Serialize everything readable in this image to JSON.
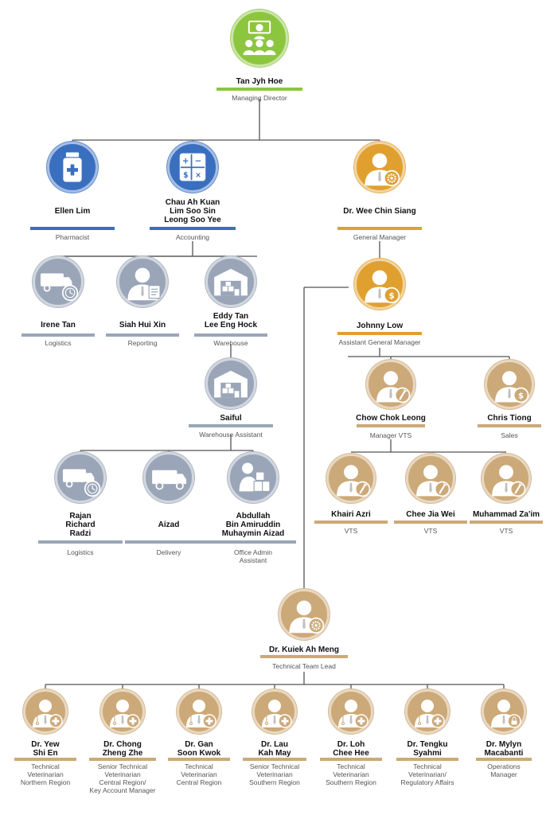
{
  "colors": {
    "green": "#8cc63f",
    "blue": "#3a6fc0",
    "gold": "#e0a030",
    "tan": "#cca978",
    "grey": "#9aa6b8",
    "connector": "#555555"
  },
  "nodes": [
    {
      "id": "md",
      "name": "Tan Jyh Hoe",
      "role": "Managing Director",
      "color": "green",
      "icon": "team-icon"
    },
    {
      "id": "pharm",
      "name": "Ellen Lim",
      "role": "Pharmacist",
      "color": "blue",
      "icon": "medicine-bottle-icon"
    },
    {
      "id": "acct",
      "name": "Chau Ah Kuan\nLim Soo Sin\nLeong Soo Yee",
      "role": "Accounting",
      "color": "blue",
      "icon": "calculator-icon"
    },
    {
      "id": "gm",
      "name": "Dr. Wee Chin Siang",
      "role": "General Manager",
      "color": "gold",
      "icon": "person-gear-icon"
    },
    {
      "id": "logi1",
      "name": "Irene Tan",
      "role": "Logistics",
      "color": "grey",
      "icon": "truck-clock-icon"
    },
    {
      "id": "report",
      "name": "Siah Hui Xin",
      "role": "Reporting",
      "color": "grey",
      "icon": "person-document-icon"
    },
    {
      "id": "wh",
      "name": "Eddy Tan\nLee Eng Hock",
      "role": "Warehouse",
      "color": "grey",
      "icon": "warehouse-icon"
    },
    {
      "id": "agm",
      "name": "Johnny Low",
      "role": "Assistant General Manager",
      "color": "gold",
      "icon": "person-dollar-icon"
    },
    {
      "id": "saiful",
      "name": "Saiful",
      "role": "Warehouse Assistant",
      "color": "grey",
      "icon": "warehouse-icon"
    },
    {
      "id": "mvts",
      "name": "Chow Chok Leong",
      "role": "Manager VTS",
      "color": "tan",
      "icon": "person-syringe-icon"
    },
    {
      "id": "sales",
      "name": "Chris Tiong",
      "role": "Sales",
      "color": "tan",
      "icon": "person-dollar-icon"
    },
    {
      "id": "logi2",
      "name": "Rajan\nRichard\nRadzi",
      "role": "Logistics",
      "color": "grey",
      "icon": "truck-clock-icon"
    },
    {
      "id": "delivery",
      "name": "Aizad",
      "role": "Delivery",
      "color": "grey",
      "icon": "truck-icon"
    },
    {
      "id": "office",
      "name": "Abdullah\nBin Amiruddin\nMuhaymin Aizad",
      "role": "Office Admin\nAssistant",
      "color": "grey",
      "icon": "person-boxes-icon"
    },
    {
      "id": "vts1",
      "name": "Khairi Azri",
      "role": "VTS",
      "color": "tan",
      "icon": "person-syringe-icon"
    },
    {
      "id": "vts2",
      "name": "Chee Jia Wei",
      "role": "VTS",
      "color": "tan",
      "icon": "person-syringe-icon"
    },
    {
      "id": "vts3",
      "name": "Muhammad Za'im",
      "role": "VTS",
      "color": "tan",
      "icon": "person-syringe-icon"
    },
    {
      "id": "ttl",
      "name": "Dr. Kuiek Ah Meng",
      "role": "Technical Team Lead",
      "color": "tan",
      "icon": "person-gear-icon"
    },
    {
      "id": "t1",
      "name": "Dr. Yew\nShi En",
      "role": "Technical\nVeterinarian\nNorthern Region",
      "color": "tan",
      "icon": "person-medical-icon"
    },
    {
      "id": "t2",
      "name": "Dr. Chong\nZheng Zhe",
      "role": "Senior Technical\nVeterinarian\nCentral Region/\nKey Account Manager",
      "color": "tan",
      "icon": "person-medical-icon"
    },
    {
      "id": "t3",
      "name": "Dr. Gan\nSoon Kwok",
      "role": "Technical\nVeterinarian\nCentral Region",
      "color": "tan",
      "icon": "person-medical-icon"
    },
    {
      "id": "t4",
      "name": "Dr. Lau\nKah May",
      "role": "Senior Technical\nVeterinarian\nSouthern Region",
      "color": "tan",
      "icon": "person-medical-icon"
    },
    {
      "id": "t5",
      "name": "Dr. Loh\nChee Hee",
      "role": "Technical\nVeterinarian\nSouthern Region",
      "color": "tan",
      "icon": "person-medical-icon"
    },
    {
      "id": "t6",
      "name": "Dr. Tengku\nSyahmi",
      "role": "Technical\nVeterinarian/\nRegulatory Affairs",
      "color": "tan",
      "icon": "person-medical-icon"
    },
    {
      "id": "t7",
      "name": "Dr. Mylyn\nMacabanti",
      "role": "Operations\nManager",
      "color": "tan",
      "icon": "person-lock-icon"
    }
  ]
}
